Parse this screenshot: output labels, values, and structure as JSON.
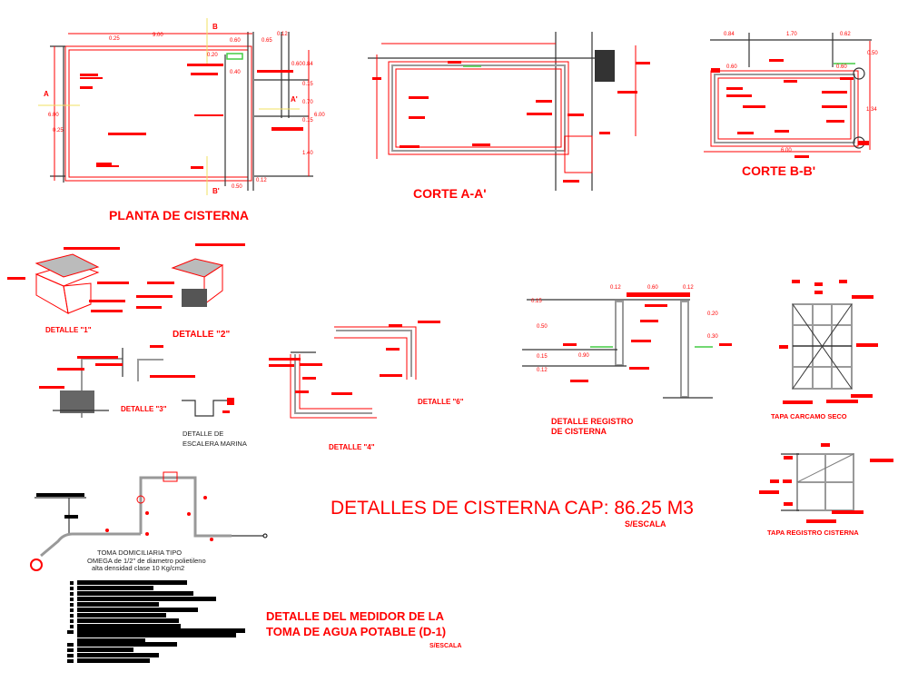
{
  "drawing": {
    "main_title": "DETALLES DE CISTERNA CAP: 86.25 M3",
    "main_scale": "S/ESCALA",
    "views": {
      "planta": {
        "title": "PLANTA DE CISTERNA",
        "dims": [
          "9.00",
          "0.25",
          "0.60",
          "0.65",
          "0.12",
          "0.20",
          "0.40",
          "0.60",
          "0.84",
          "0.15",
          "0.70",
          "0.15",
          "6.00",
          "1.40",
          "6.00",
          "0.25",
          "0.50",
          "0.12"
        ],
        "section_marks": [
          "A",
          "A'",
          "B",
          "B'"
        ]
      },
      "corte_aa": {
        "title": "CORTE A-A'"
      },
      "corte_bb": {
        "title": "CORTE B-B'",
        "dims": [
          "0.84",
          "1.70",
          "0.62",
          "0.60",
          "0.60",
          "0.50",
          "1.34",
          "6.00"
        ]
      },
      "detalle_1": {
        "title": "DETALLE \"1\""
      },
      "detalle_2": {
        "title": "DETALLE \"2\""
      },
      "detalle_3": {
        "title": "DETALLE \"3\""
      },
      "escalera": {
        "title_line1": "DETALLE DE",
        "title_line2": "ESCALERA MARINA"
      },
      "detalle_4": {
        "title": "DETALLE \"4\""
      },
      "detalle_6": {
        "title": "DETALLE \"6\""
      },
      "registro": {
        "title_line1": "DETALLE REGISTRO",
        "title_line2": "DE CISTERNA",
        "dims": [
          "0.12",
          "0.60",
          "0.12",
          "0.15",
          "0.50",
          "0.15",
          "0.90",
          "0.12",
          "0.20",
          "0.30"
        ]
      },
      "tapa_carcamo": {
        "title": "TAPA CARCAMO SECO"
      },
      "tapa_registro": {
        "title": "TAPA REGISTRO CISTERNA"
      },
      "toma": {
        "caption_line1": "TOMA DOMICILIARIA TIPO",
        "caption_line2": "OMEGA de 1/2\" de diametro polietileno",
        "caption_line3": "alta densidad clase 10 Kg/cm2"
      },
      "medidor": {
        "title_line1": "DETALLE DEL MEDIDOR DE LA",
        "title_line2": "TOMA DE AGUA POTABLE (D-1)",
        "scale": "S/ESCALA"
      }
    },
    "colors": {
      "annotation": "#ff0000",
      "structure": "#333333",
      "fill": "#9a9a9a",
      "section_marker": "#f0e060"
    }
  }
}
